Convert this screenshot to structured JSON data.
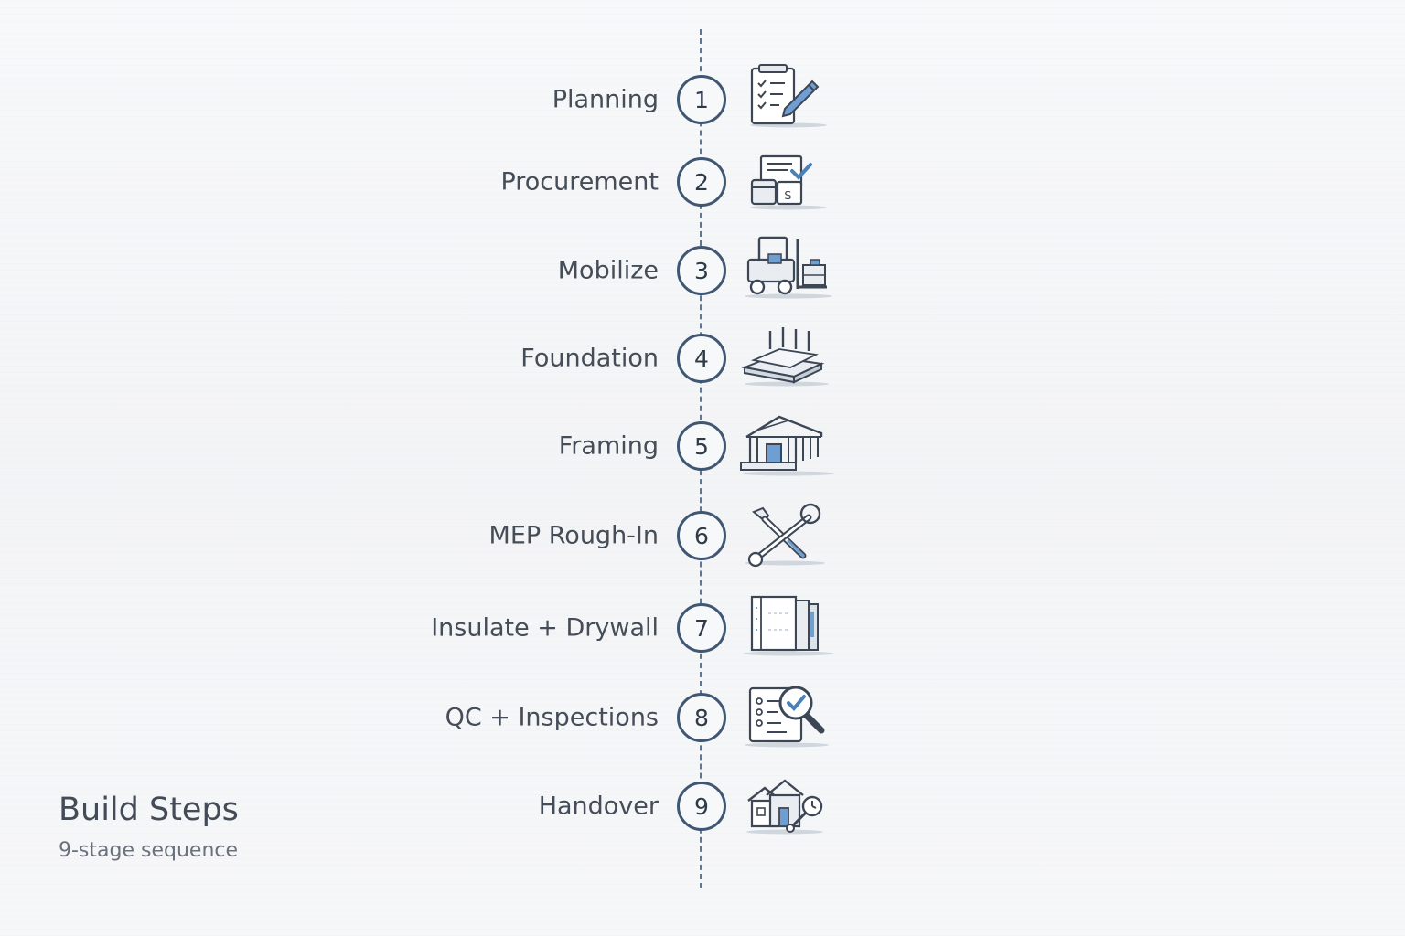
{
  "title": "Build Steps",
  "subtitle": "9-stage sequence",
  "accent_color": "#4a82b8",
  "line_color": "#3f5772",
  "steps": [
    {
      "number": "1",
      "label": "Planning",
      "icon": "clipboard-checklist-icon"
    },
    {
      "number": "2",
      "label": "Procurement",
      "icon": "invoice-payment-icon"
    },
    {
      "number": "3",
      "label": "Mobilize",
      "icon": "forklift-icon"
    },
    {
      "number": "4",
      "label": "Foundation",
      "icon": "foundation-slab-icon"
    },
    {
      "number": "5",
      "label": "Framing",
      "icon": "house-frame-icon"
    },
    {
      "number": "6",
      "label": "MEP Rough-In",
      "icon": "crossed-tools-icon"
    },
    {
      "number": "7",
      "label": "Insulate + Drywall",
      "icon": "drywall-panels-icon"
    },
    {
      "number": "8",
      "label": "QC + Inspections",
      "icon": "inspection-magnifier-icon"
    },
    {
      "number": "9",
      "label": "Handover",
      "icon": "house-key-icon"
    }
  ]
}
